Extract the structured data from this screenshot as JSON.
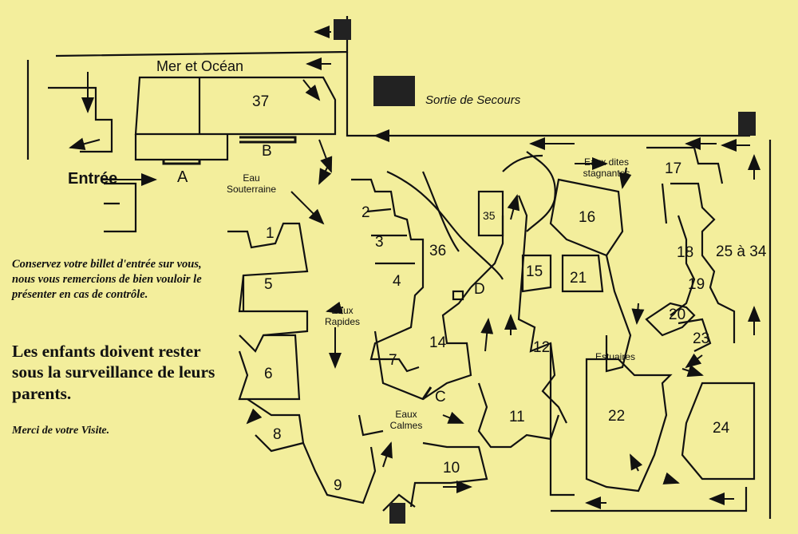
{
  "notes": {
    "ticket": "Conservez votre billet d'entrée sur vous, nous vous remercions de bien vouloir le présenter en cas de contrôle.",
    "children": "Les enfants doivent rester sous la surveillance de leurs parents.",
    "thanks": "Merci de votre Visite."
  },
  "map": {
    "entrance": "Entrée",
    "emergency_exit": "Sortie de Secours",
    "zones": {
      "mer_ocean": "Mer et Océan",
      "eau_souterraine": "Eau Souterraine",
      "eaux_rapides": "Eaux Rapides",
      "eaux_calmes": "Eaux Calmes",
      "eaux_stagnantes": "Eaux dites stagnantes",
      "estuaires": "Estuaires"
    },
    "points": {
      "a": "A",
      "b": "B",
      "c": "C",
      "d": "D"
    },
    "rooms": [
      "1",
      "2",
      "3",
      "4",
      "5",
      "6",
      "7",
      "8",
      "9",
      "10",
      "11",
      "12",
      "14",
      "15",
      "16",
      "17",
      "18",
      "19",
      "20",
      "21",
      "22",
      "23",
      "24",
      "25 à 34",
      "35",
      "36",
      "37"
    ]
  },
  "colors": {
    "paper": "#f3ee9c",
    "ink": "#111111"
  }
}
